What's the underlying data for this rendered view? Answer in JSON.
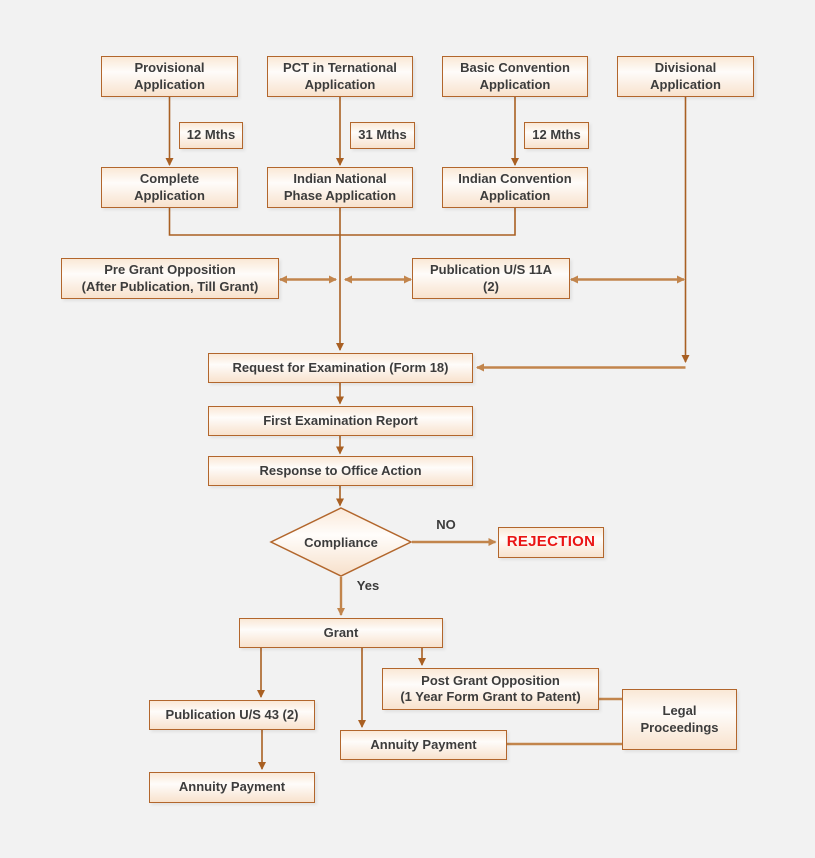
{
  "diagram_title": "Patent application process flowchart",
  "colors": {
    "background": "#f2f2f2",
    "box_border": "#b2662c",
    "box_fill_top": "#fae8d6",
    "box_fill_middle": "#fefcfa",
    "box_fill_bottom": "#f8e2cd",
    "text": "#3c3c3c",
    "line": "#a96023",
    "double_arrow_line": "#c2854c",
    "rejection_text": "#ea1414"
  },
  "nodes": {
    "provisional_application": {
      "label": [
        "Provisional",
        "Application"
      ]
    },
    "pct_international_application": {
      "label": [
        "PCT in Ternational",
        "Application"
      ]
    },
    "basic_convention_application": {
      "label": [
        "Basic Convention",
        "Application"
      ]
    },
    "divisional_application": {
      "label": [
        "Divisional",
        "Application"
      ]
    },
    "mths_12_a": {
      "label": [
        "12 Mths"
      ]
    },
    "mths_31": {
      "label": [
        "31 Mths"
      ]
    },
    "mths_12_b": {
      "label": [
        "12 Mths"
      ]
    },
    "complete_application": {
      "label": [
        "Complete",
        "Application"
      ]
    },
    "indian_national_phase_application": {
      "label": [
        "Indian National",
        "Phase Application"
      ]
    },
    "indian_convention_application": {
      "label": [
        "Indian Convention",
        "Application"
      ]
    },
    "pre_grant_opposition": {
      "label": [
        "Pre Grant Opposition",
        "(After Publication, Till Grant)"
      ]
    },
    "publication_us_11a": {
      "label": [
        "Publication U/S 11A",
        "(2)"
      ]
    },
    "request_for_examination": {
      "label": [
        "Request for Examination (Form 18)"
      ]
    },
    "first_examination_report": {
      "label": [
        "First Examination Report"
      ]
    },
    "response_to_office_action": {
      "label": [
        "Response to Office Action"
      ]
    },
    "compliance": {
      "label": [
        "Compliance"
      ]
    },
    "rejection": {
      "label": [
        "REJECTION"
      ]
    },
    "grant": {
      "label": [
        "Grant"
      ]
    },
    "publication_us_43": {
      "label": [
        "Publication U/S 43 (2)"
      ]
    },
    "post_grant_opposition": {
      "label": [
        "Post Grant Opposition",
        "(1 Year Form Grant to Patent)"
      ]
    },
    "annuity_payment_right": {
      "label": [
        "Annuity Payment"
      ]
    },
    "legal_proceedings": {
      "label": [
        "Legal",
        "Proceedings"
      ]
    },
    "annuity_payment_left": {
      "label": [
        "Annuity Payment"
      ]
    }
  },
  "decision_labels": {
    "no": "NO",
    "yes": "Yes"
  },
  "edges": [
    {
      "from": "provisional_application",
      "to": "complete_application",
      "label": "12 Mths",
      "type": "arrow"
    },
    {
      "from": "pct_international_application",
      "to": "indian_national_phase_application",
      "label": "31 Mths",
      "type": "arrow"
    },
    {
      "from": "basic_convention_application",
      "to": "indian_convention_application",
      "label": "12 Mths",
      "type": "arrow"
    },
    {
      "from": "complete_application",
      "to": "request_for_examination",
      "type": "arrow"
    },
    {
      "from": "indian_national_phase_application",
      "to": "request_for_examination",
      "type": "arrow"
    },
    {
      "from": "indian_convention_application",
      "to": "request_for_examination",
      "type": "arrow"
    },
    {
      "from": "divisional_application",
      "to": "request_for_examination",
      "type": "arrow"
    },
    {
      "from": "pre_grant_opposition",
      "to": "main_line",
      "type": "double-arrow"
    },
    {
      "from": "main_line",
      "to": "publication_us_11a",
      "type": "double-arrow"
    },
    {
      "from": "publication_us_11a",
      "to": "divisional_line",
      "type": "double-arrow"
    },
    {
      "from": "request_for_examination",
      "to": "first_examination_report",
      "type": "arrow"
    },
    {
      "from": "first_examination_report",
      "to": "response_to_office_action",
      "type": "arrow"
    },
    {
      "from": "response_to_office_action",
      "to": "compliance",
      "type": "arrow"
    },
    {
      "from": "compliance",
      "to": "rejection",
      "label": "NO",
      "type": "arrow"
    },
    {
      "from": "compliance",
      "to": "grant",
      "label": "Yes",
      "type": "arrow"
    },
    {
      "from": "grant",
      "to": "publication_us_43",
      "type": "arrow"
    },
    {
      "from": "grant",
      "to": "annuity_payment_right",
      "type": "arrow"
    },
    {
      "from": "grant",
      "to": "post_grant_opposition",
      "type": "arrow"
    },
    {
      "from": "publication_us_43",
      "to": "annuity_payment_left",
      "type": "arrow"
    },
    {
      "from": "post_grant_opposition",
      "to": "legal_proceedings",
      "type": "line"
    },
    {
      "from": "annuity_payment_right",
      "to": "legal_proceedings",
      "type": "line"
    }
  ]
}
